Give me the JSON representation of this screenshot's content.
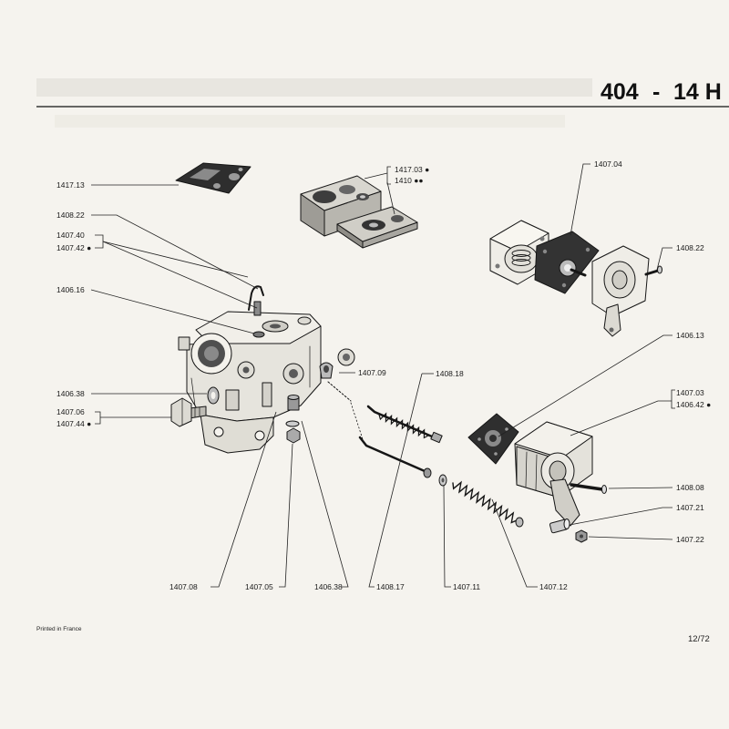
{
  "header": {
    "model": "404",
    "separator": "-",
    "group": "14 H"
  },
  "callouts": [
    "1417.13",
    "1408.22",
    "1407.40",
    "1407.42 ●",
    "1406.16",
    "1406.38",
    "1407.06",
    "1407.44 ●",
    "1417.03 ●",
    "1410 ●●",
    "1407.04",
    "1408.22",
    "1406.13",
    "1407.09",
    "1408.18",
    "1407.03",
    "1406.42 ●",
    "1408.08",
    "1407.21",
    "1407.22",
    "1407.08",
    "1407.05",
    "1406.38",
    "1408.17",
    "1407.11",
    "1407.12"
  ],
  "footer": {
    "printed": "Printed in France",
    "page": "12/72"
  }
}
